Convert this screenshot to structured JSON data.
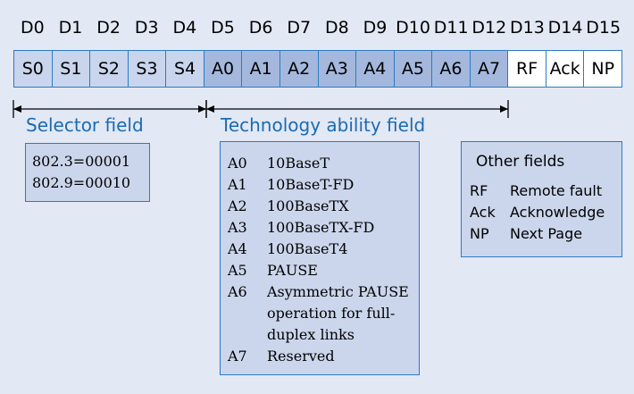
{
  "header_labels": [
    "D0",
    "D1",
    "D2",
    "D3",
    "D4",
    "D5",
    "D6",
    "D7",
    "D8",
    "D9",
    "D10",
    "D11",
    "D12",
    "D13",
    "D14",
    "D15"
  ],
  "register_cells": [
    "S0",
    "S1",
    "S2",
    "S3",
    "S4",
    "A0",
    "A1",
    "A2",
    "A3",
    "A4",
    "A5",
    "A6",
    "A7",
    "RF",
    "Ack",
    "NP"
  ],
  "selector": {
    "title": "Selector field",
    "lines": [
      "802.3=00001",
      "802.9=00010"
    ]
  },
  "technology": {
    "title": "Technology ability field",
    "items": [
      {
        "key": "A0",
        "value": "10BaseT"
      },
      {
        "key": "A1",
        "value": "10BaseT-FD"
      },
      {
        "key": "A2",
        "value": "100BaseTX"
      },
      {
        "key": "A3",
        "value": "100BaseTX-FD"
      },
      {
        "key": "A4",
        "value": "100BaseT4"
      },
      {
        "key": "A5",
        "value": "PAUSE"
      },
      {
        "key": "A6",
        "value": "Asymmetric PAUSE operation for full-duplex links"
      },
      {
        "key": "A7",
        "value": "Reserved"
      }
    ]
  },
  "other": {
    "title": "Other fields",
    "items": [
      {
        "key": "RF",
        "value": "Remote fault"
      },
      {
        "key": "Ack",
        "value": "Acknowledge"
      },
      {
        "key": "NP",
        "value": "Next Page"
      }
    ]
  },
  "colors": {
    "selector_fill": "#c9d5ec",
    "technology_fill": "#a4b8dd",
    "other_fill": "#ffffff",
    "accent": "#1b6bb2",
    "background": "#e2e8f4"
  }
}
